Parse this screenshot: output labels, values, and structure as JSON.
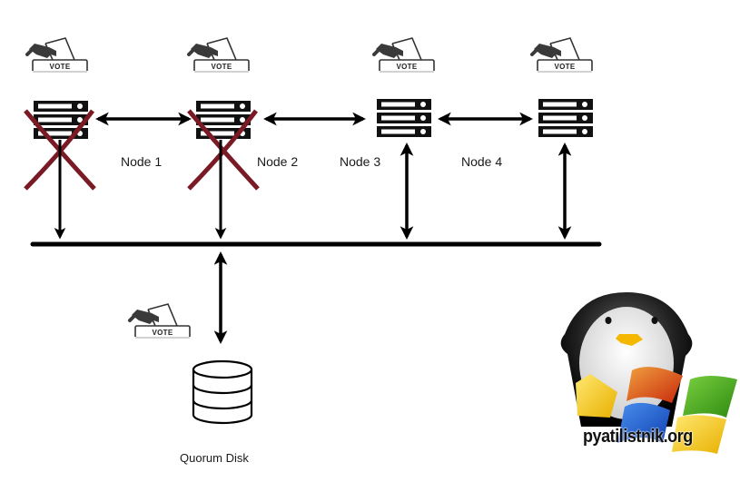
{
  "diagram": {
    "title": "Cluster quorum with disk witness",
    "nodes": [
      {
        "id": "node-1",
        "label": "Node 1",
        "vote_label": "VOTE",
        "failed": true
      },
      {
        "id": "node-2",
        "label": "Node 2",
        "vote_label": "VOTE",
        "failed": true
      },
      {
        "id": "node-3",
        "label": "Node 3",
        "vote_label": "VOTE",
        "failed": false
      },
      {
        "id": "node-4",
        "label": "Node 4",
        "vote_label": "VOTE",
        "failed": false
      }
    ],
    "quorum_disk": {
      "label": "Quorum Disk",
      "vote_label": "VOTE"
    },
    "connections": [
      {
        "from": "node-1",
        "to": "node-2",
        "type": "bidirectional"
      },
      {
        "from": "node-2",
        "to": "node-3",
        "type": "bidirectional"
      },
      {
        "from": "node-3",
        "to": "node-4",
        "type": "bidirectional"
      },
      {
        "from": "node-1",
        "to": "bus",
        "type": "unidirectional"
      },
      {
        "from": "node-2",
        "to": "bus",
        "type": "unidirectional"
      },
      {
        "from": "node-3",
        "to": "bus",
        "type": "bidirectional"
      },
      {
        "from": "node-4",
        "to": "bus",
        "type": "bidirectional"
      },
      {
        "from": "bus",
        "to": "quorum-disk",
        "type": "bidirectional"
      }
    ],
    "colors": {
      "line": "#000000",
      "failure_cross": "#7a1a24",
      "background": "#ffffff"
    }
  },
  "watermark": {
    "text": "pyatilistnik.org",
    "icon": "penguin-windows-logo"
  }
}
